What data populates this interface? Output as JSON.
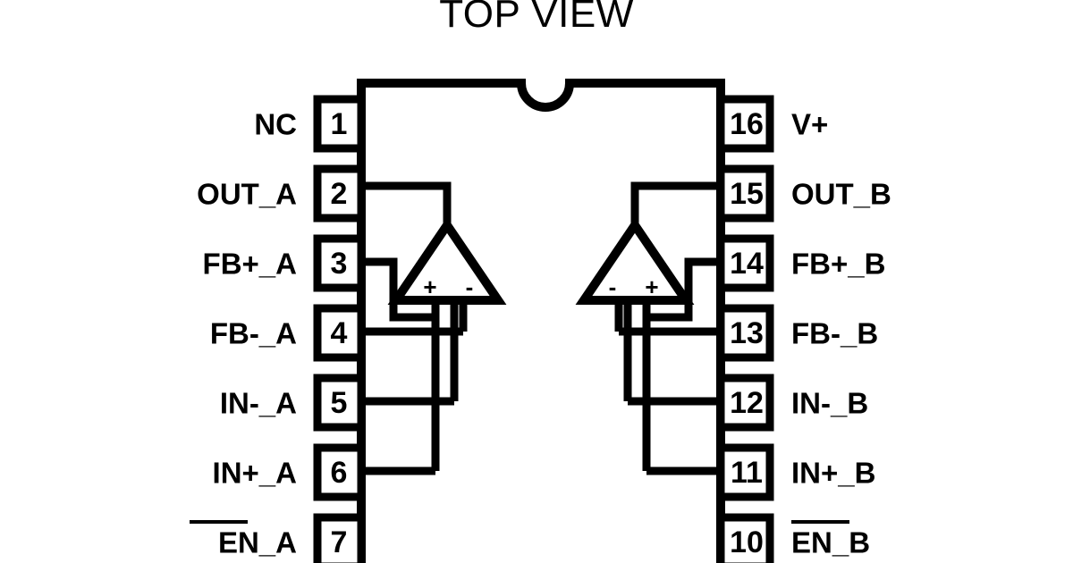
{
  "title": "TOP VIEW",
  "package": {
    "view": "TOP VIEW",
    "pin_count": 16,
    "notch": "semicircle-top-center",
    "orientation": "dual-in-line"
  },
  "colors": {
    "ink": "#000000",
    "background": "#ffffff"
  },
  "pins": {
    "left": [
      {
        "number": "1",
        "label": "NC",
        "overbar": false
      },
      {
        "number": "2",
        "label": "OUT_A",
        "overbar": false
      },
      {
        "number": "3",
        "label": "FB+_A",
        "overbar": false
      },
      {
        "number": "4",
        "label": "FB-_A",
        "overbar": false
      },
      {
        "number": "5",
        "label": "IN-_A",
        "overbar": false
      },
      {
        "number": "6",
        "label": "IN+_A",
        "overbar": false
      },
      {
        "number": "7",
        "label": "EN_A",
        "overbar": true,
        "overbar_span": "EN"
      }
    ],
    "right": [
      {
        "number": "16",
        "label": "V+",
        "overbar": false
      },
      {
        "number": "15",
        "label": "OUT_B",
        "overbar": false
      },
      {
        "number": "14",
        "label": "FB+_B",
        "overbar": false
      },
      {
        "number": "13",
        "label": "FB-_B",
        "overbar": false
      },
      {
        "number": "12",
        "label": "IN-_B",
        "overbar": false
      },
      {
        "number": "11",
        "label": "IN+_B",
        "overbar": false
      },
      {
        "number": "10",
        "label": "EN_B",
        "overbar": true,
        "overbar_span": "EN"
      }
    ]
  },
  "amplifiers": [
    {
      "name": "amplifier-a",
      "side": "left",
      "symbol": "triangle",
      "input_signs": {
        "left": "+",
        "right": "-"
      },
      "output_pin": "2",
      "connected_pins": [
        "2",
        "3",
        "4",
        "6"
      ]
    },
    {
      "name": "amplifier-b",
      "side": "right",
      "symbol": "triangle",
      "input_signs": {
        "left": "-",
        "right": "+"
      },
      "output_pin": "15",
      "connected_pins": [
        "15",
        "14",
        "13",
        "11"
      ]
    }
  ]
}
